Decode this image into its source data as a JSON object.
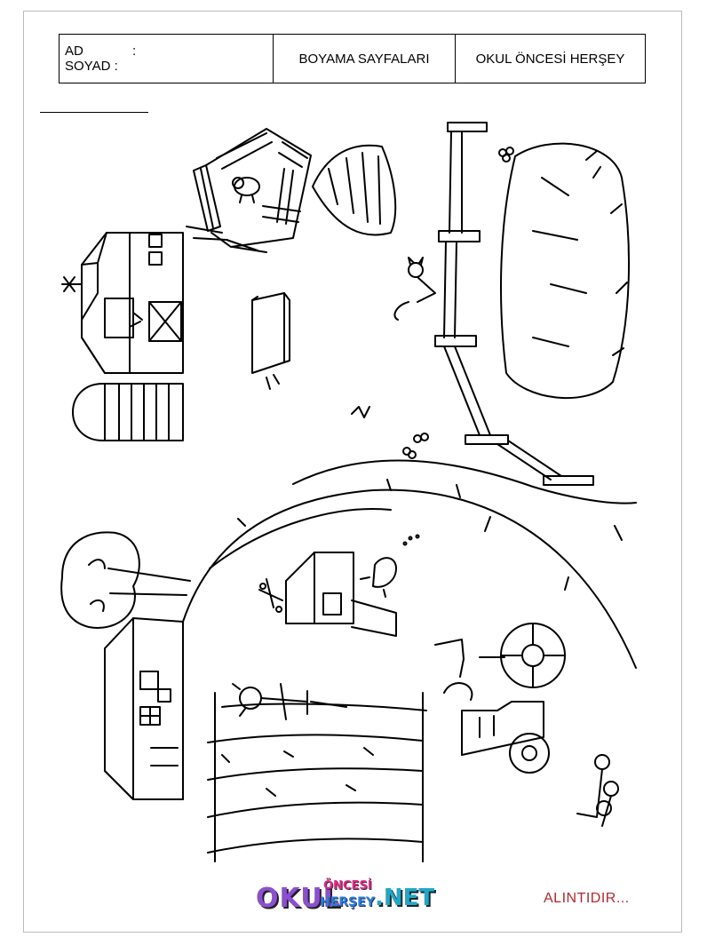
{
  "header": {
    "name_label": "AD",
    "surname_label": "SOYAD :",
    "name_colon": ":",
    "title": "BOYAMA SAYFALARI",
    "brand": "OKUL ÖNCESİ HERŞEY"
  },
  "footer": {
    "logo_okul": "OKUL",
    "logo_oncesi": "ÖNCESİ",
    "logo_hersey": "HERŞEY",
    "logo_net": ".NET",
    "credit": "ALINTIDIR..."
  },
  "colors": {
    "line": "#000000",
    "logo_purple": "#8d4fd1",
    "logo_pink": "#e02a8a",
    "logo_blue": "#2a7de0",
    "logo_cyan": "#20a8c8",
    "credit_red": "#b0272d"
  }
}
